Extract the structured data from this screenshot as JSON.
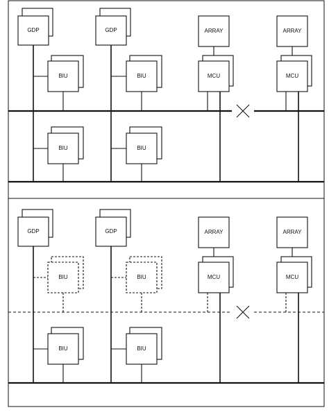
{
  "diagram": {
    "panels": [
      {
        "gdp_labels": [
          "GDP",
          "GDP"
        ],
        "biu_upper_labels": [
          "BIU",
          "BIU"
        ],
        "biu_lower_labels": [
          "BIU",
          "BIU"
        ],
        "array_labels": [
          "ARRAY",
          "ARRAY"
        ],
        "mcu_labels": [
          "MCU",
          "MCU"
        ],
        "failure_mark": "X",
        "upper_bus_style": "solid",
        "upper_bius_style": "solid"
      },
      {
        "gdp_labels": [
          "GDP",
          "GDP"
        ],
        "biu_upper_labels": [
          "BIU",
          "BIU"
        ],
        "biu_lower_labels": [
          "BIU",
          "BIU"
        ],
        "array_labels": [
          "ARRAY",
          "ARRAY"
        ],
        "mcu_labels": [
          "MCU",
          "MCU"
        ],
        "failure_mark": "X",
        "upper_bus_style": "dashed",
        "upper_bius_style": "dashed"
      }
    ]
  }
}
